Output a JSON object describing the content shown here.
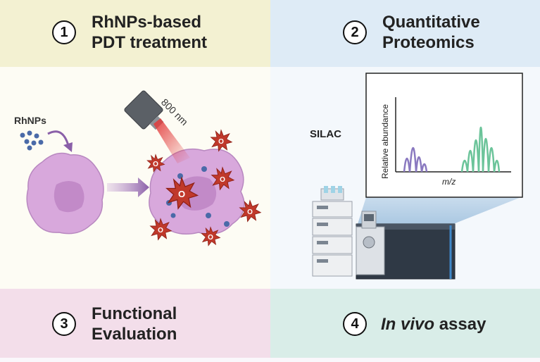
{
  "panels": [
    {
      "number": "1",
      "title_lines": [
        "RhNPs-based",
        "PDT treatment"
      ]
    },
    {
      "number": "2",
      "title_lines": [
        "Quantitative",
        "Proteomics"
      ]
    },
    {
      "number": "3",
      "title_lines": [
        "Functional",
        "Evaluation"
      ]
    },
    {
      "number": "4",
      "title_italic": "In vivo",
      "title_rest": " assay"
    }
  ],
  "labels": {
    "rhnps": "RhNPs",
    "laser": "800 nm",
    "silac": "SILAC",
    "singlet_oxygen": "O",
    "ylabel": "Relative abundance",
    "xlabel": "m/z"
  },
  "colors": {
    "panel1_header": "#f3f1d2",
    "panel2_header": "#deebf6",
    "panel3_header": "#f3deea",
    "panel4_header": "#d9ede8",
    "panel1_body": "#fdfcf4",
    "panel2_body": "#f4f8fc",
    "cell": "#d8a8dc",
    "nucleus": "#c28ac8",
    "nanoparticle": "#4a6aa8",
    "ros_star": "#c0392b",
    "light_peaks": "#8a79c0",
    "heavy_peaks": "#6cc49a"
  }
}
